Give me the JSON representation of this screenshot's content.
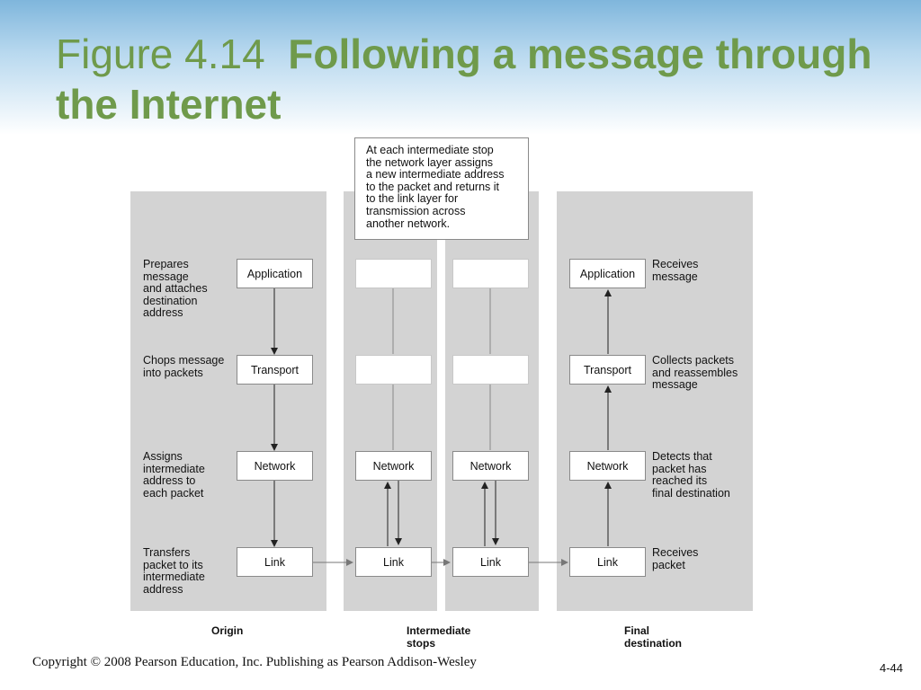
{
  "title": {
    "prefix": "Figure 4.14",
    "main": "Following a message through the Internet"
  },
  "callout": "At each intermediate stop\nthe network layer assigns\na new intermediate address\nto the packet and returns it\nto the link layer for\ntransmission across\nanother network.",
  "layers": {
    "application": "Application",
    "transport": "Transport",
    "network": "Network",
    "link": "Link"
  },
  "origin_notes": {
    "application": "Prepares\nmessage\nand attaches\ndestination\naddress",
    "transport": "Chops message\ninto packets",
    "network": "Assigns\nintermediate\naddress to\neach packet",
    "link": "Transfers\npacket to its\nintermediate\naddress"
  },
  "destination_notes": {
    "application": "Receives\nmessage",
    "transport": "Collects packets\nand reassembles\nmessage",
    "network": "Detects that\npacket has\nreached its\nfinal destination",
    "link": "Receives\npacket"
  },
  "column_labels": {
    "origin": "Origin",
    "intermediate": "Intermediate\nstops",
    "final": "Final\ndestination"
  },
  "footer": "Copyright © 2008 Pearson Education, Inc. Publishing as Pearson Addison-Wesley",
  "page_number": "4-44"
}
